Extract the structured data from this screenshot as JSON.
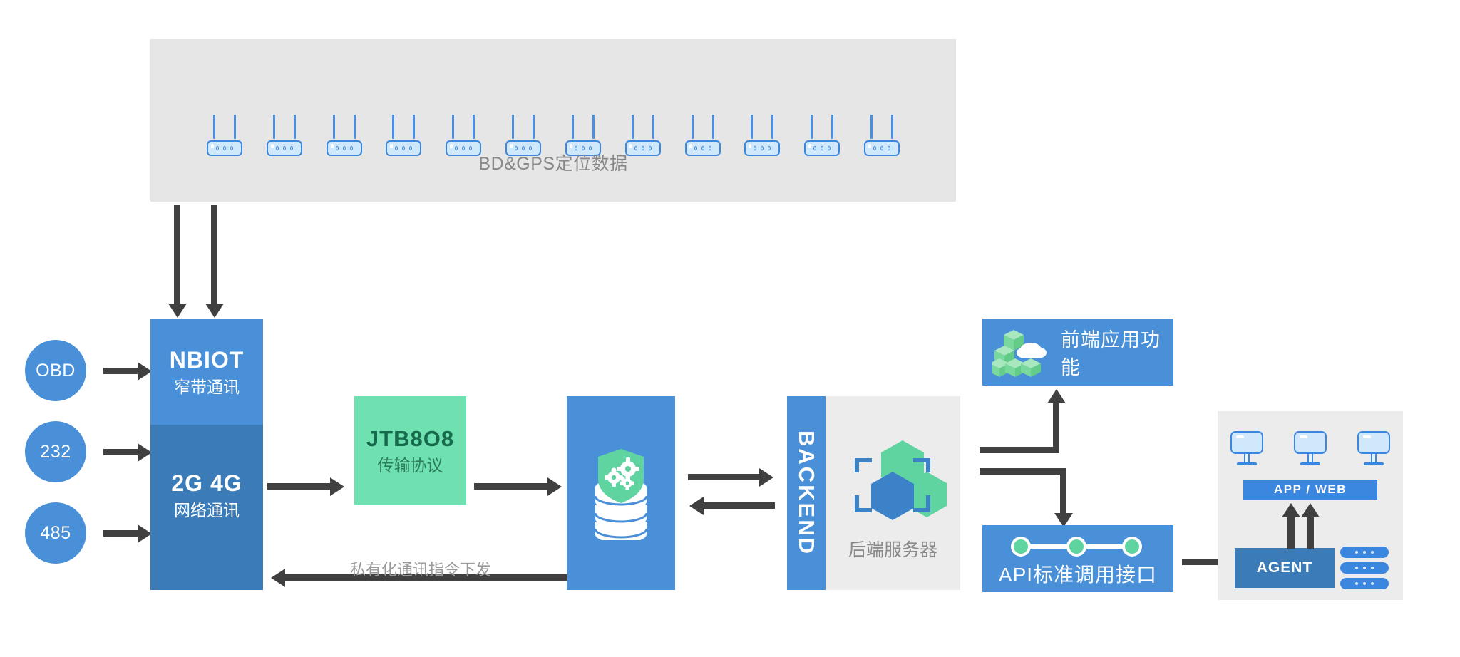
{
  "diagram": {
    "title": "BD&GPS IoT Vehicle Telematics Architecture",
    "colors": {
      "blue_primary": "#4a90d9",
      "blue_dark": "#3b7cb8",
      "blue_border": "#3b87e0",
      "blue_light_fill": "#cfe8fb",
      "green_mint": "#6fe0af",
      "green_dark_text": "#176b4c",
      "gray_panel": "#e6e6e6",
      "gray_panel_light": "#ececec",
      "arrow_dark": "#404040",
      "caption_gray": "#888888"
    }
  },
  "gps_panel": {
    "caption": "BD&GPS定位数据",
    "device_icon": "router-icon",
    "device_count": 12
  },
  "io_circles": [
    {
      "label": "OBD"
    },
    {
      "label": "232"
    },
    {
      "label": "485"
    }
  ],
  "nbiot": {
    "top": {
      "title": "NBIOT",
      "subtitle": "窄带通讯"
    },
    "bottom": {
      "title": "2G  4G",
      "subtitle": "网络通讯"
    }
  },
  "protocol": {
    "title": "JTB8O8",
    "subtitle": "传输协议"
  },
  "database": {
    "icon": "database-shield-gears-icon"
  },
  "backend": {
    "bar_label": "BACKEND",
    "caption": "后端服务器",
    "icon": "hexagon-cluster-icon"
  },
  "frontend": {
    "label": "前端应用功能",
    "icon": "cloud-cubes-icon"
  },
  "api": {
    "label": "API标准调用接口",
    "icon": "node-chain-icon"
  },
  "agent": {
    "monitors": [
      {
        "icon": "monitor-icon"
      },
      {
        "icon": "monitor-icon"
      },
      {
        "icon": "monitor-icon"
      }
    ],
    "appweb_label": "APP / WEB",
    "agent_label": "AGENT",
    "racks": [
      {
        "icon": "server-rack-icon"
      },
      {
        "icon": "server-rack-icon"
      },
      {
        "icon": "server-rack-icon"
      }
    ]
  },
  "flows": {
    "feedback_label": "私有化通讯指令下发"
  }
}
